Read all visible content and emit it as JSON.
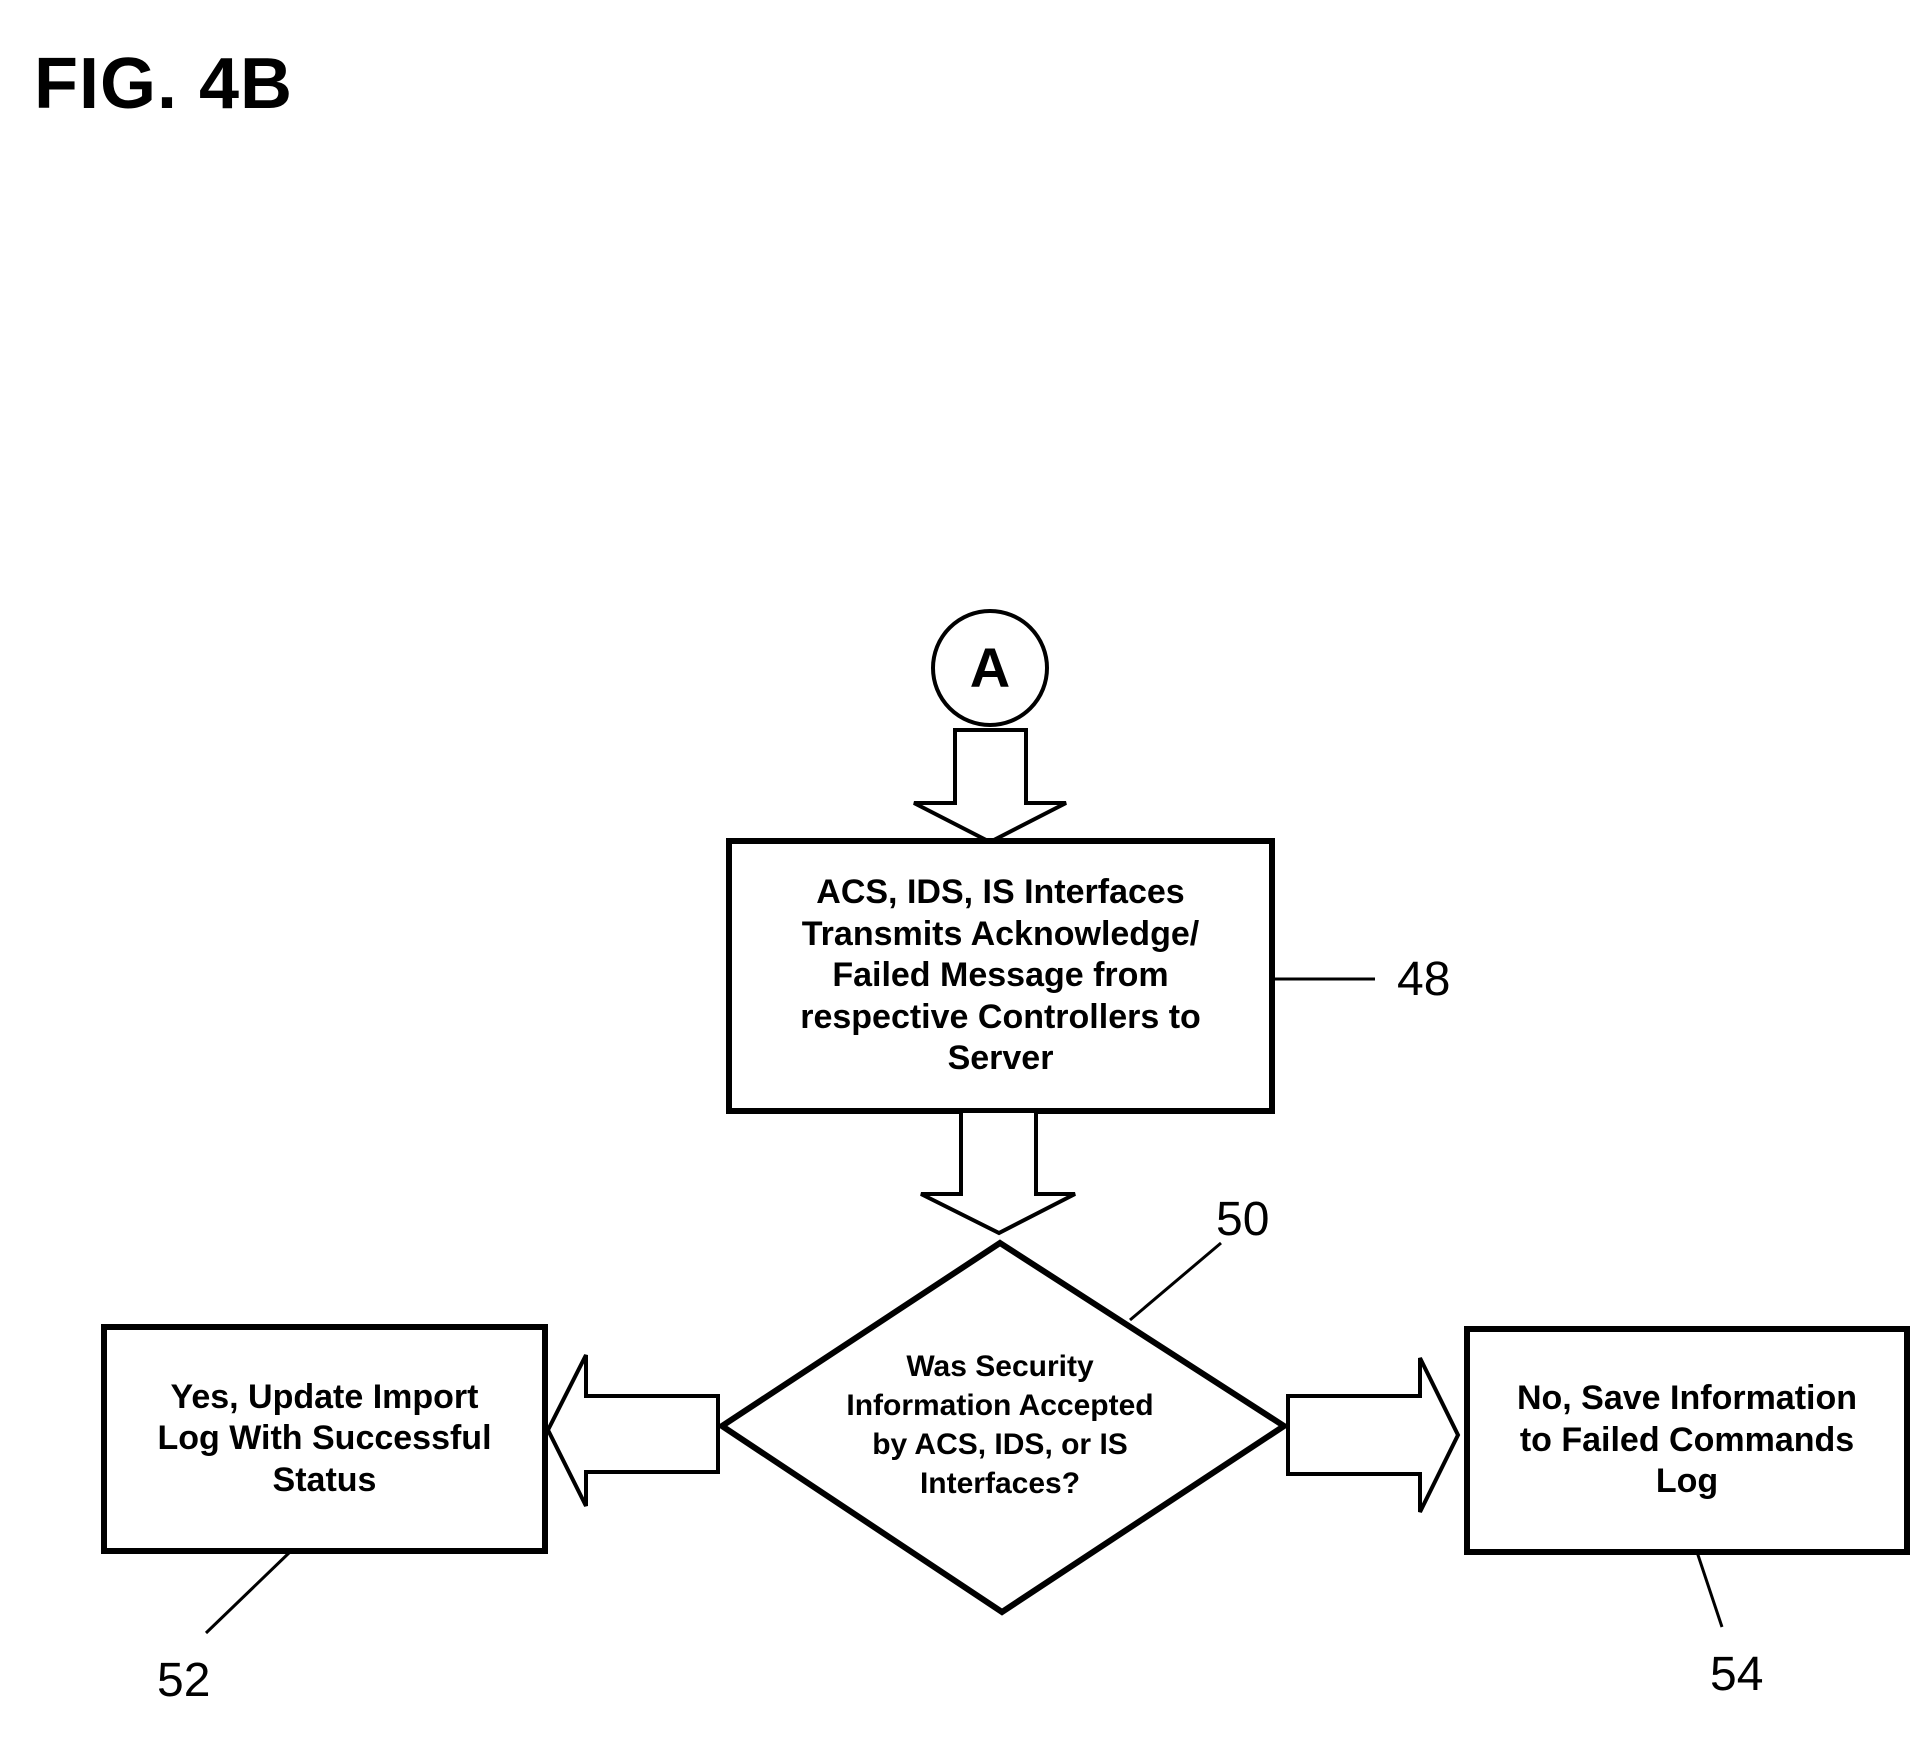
{
  "figure": {
    "title": "FIG. 4B",
    "connector": {
      "label": "A"
    },
    "steps": {
      "transmit": {
        "text": "ACS, IDS, IS Interfaces\nTransmits Acknowledge/\nFailed Message from\nrespective Controllers to\nServer",
        "ref": "48"
      },
      "decision": {
        "text": "Was Security\nInformation Accepted\nby ACS, IDS, or IS\nInterfaces?",
        "ref": "50"
      },
      "yes_branch": {
        "text": "Yes, Update Import\nLog With Successful\nStatus",
        "ref": "52"
      },
      "no_branch": {
        "text": "No, Save Information\nto Failed Commands\nLog",
        "ref": "54"
      }
    }
  }
}
